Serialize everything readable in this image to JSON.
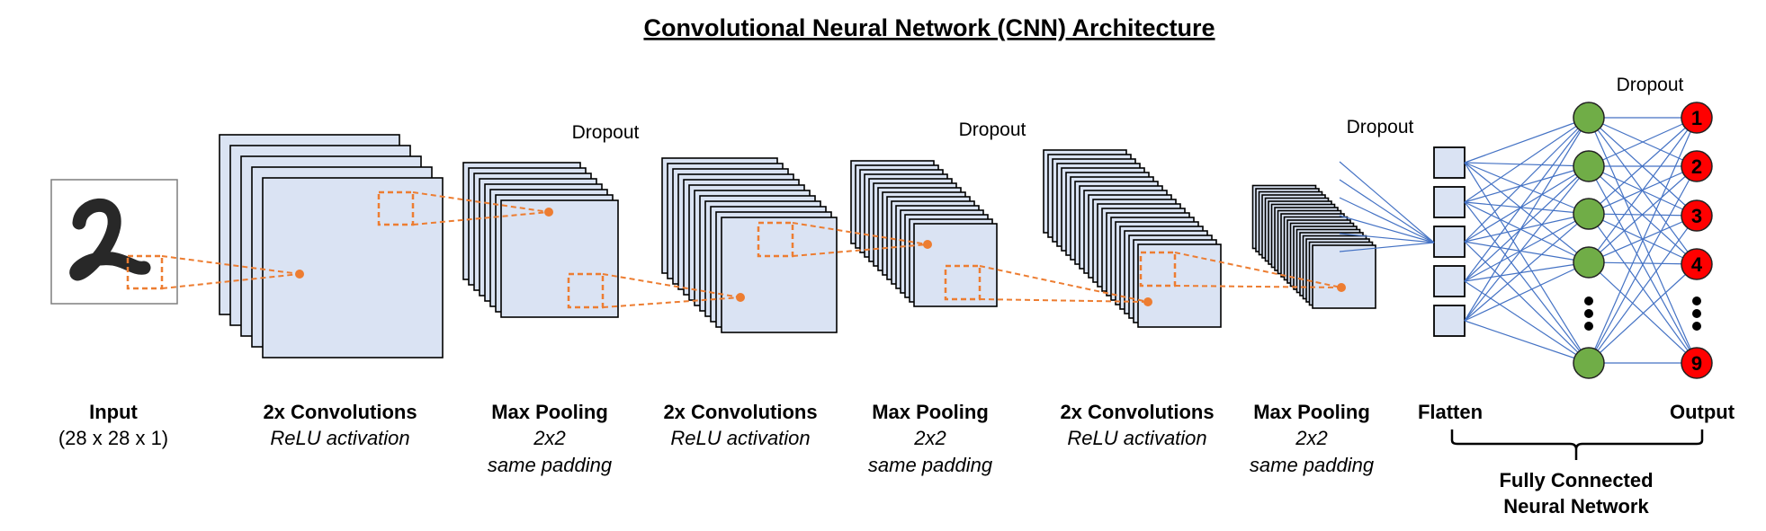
{
  "title": "Convolutional Neural Network (CNN) Architecture",
  "dropout_label": "Dropout",
  "stages": [
    {
      "name": "Input",
      "detail_1": "(28 x 28 x 1)",
      "detail_2": ""
    },
    {
      "name": "2x Convolutions",
      "detail_1": "ReLU activation",
      "detail_2": ""
    },
    {
      "name": "Max Pooling",
      "detail_1": "2x2",
      "detail_2": "same padding"
    },
    {
      "name": "2x Convolutions",
      "detail_1": "ReLU activation",
      "detail_2": ""
    },
    {
      "name": "Max Pooling",
      "detail_1": "2x2",
      "detail_2": "same padding"
    },
    {
      "name": "2x Convolutions",
      "detail_1": "ReLU activation",
      "detail_2": ""
    },
    {
      "name": "Max Pooling",
      "detail_1": "2x2",
      "detail_2": "same padding"
    }
  ],
  "flatten_label": "Flatten",
  "output_label": "Output",
  "fc_label_line1": "Fully Connected",
  "fc_label_line2": "Neural Network",
  "output_nodes": [
    "1",
    "2",
    "3",
    "4",
    "9"
  ],
  "colors": {
    "feature_map_fill": "#dae3f3",
    "kernel_orange": "#ed7d31",
    "hidden_node": "#70ad47",
    "output_node": "#ff0000",
    "connection_blue": "#4472c4"
  }
}
